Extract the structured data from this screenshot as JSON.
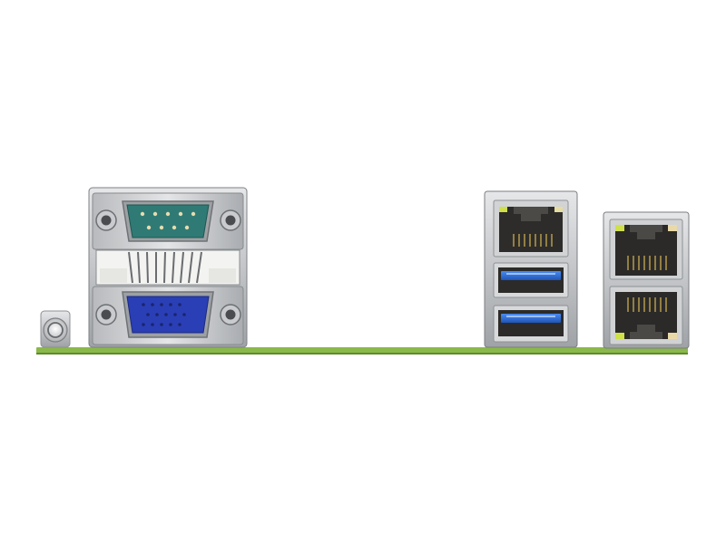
{
  "scene": {
    "background_color": "#ffffff",
    "pcb_color": "#8ab84a",
    "metal_color": "#c9cbce",
    "components": [
      {
        "name": "power-button"
      },
      {
        "name": "serial-com-port",
        "connector_color": "#2f7a74"
      },
      {
        "name": "vga-port",
        "connector_color": "#2a3fb5"
      },
      {
        "name": "rj45-port-with-dual-usb3",
        "usb_color": "#2f6fd6"
      },
      {
        "name": "dual-rj45-ports"
      }
    ]
  }
}
